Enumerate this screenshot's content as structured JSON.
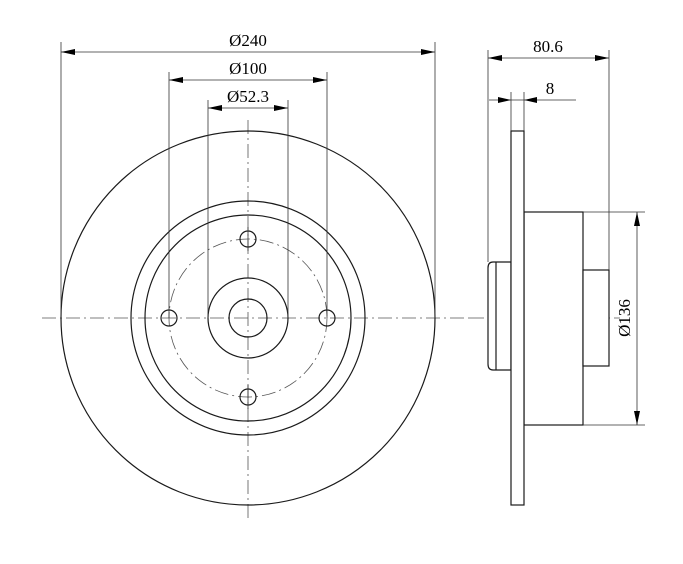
{
  "dimensions": {
    "outer_diameter": "Ø240",
    "bolt_circle_diameter": "Ø100",
    "center_bore_diameter": "Ø52.3",
    "total_height": "80.6",
    "disc_thickness": "8",
    "hub_diameter": "Ø136"
  },
  "colors": {
    "line": "#1a1a1a",
    "background": "#ffffff"
  }
}
